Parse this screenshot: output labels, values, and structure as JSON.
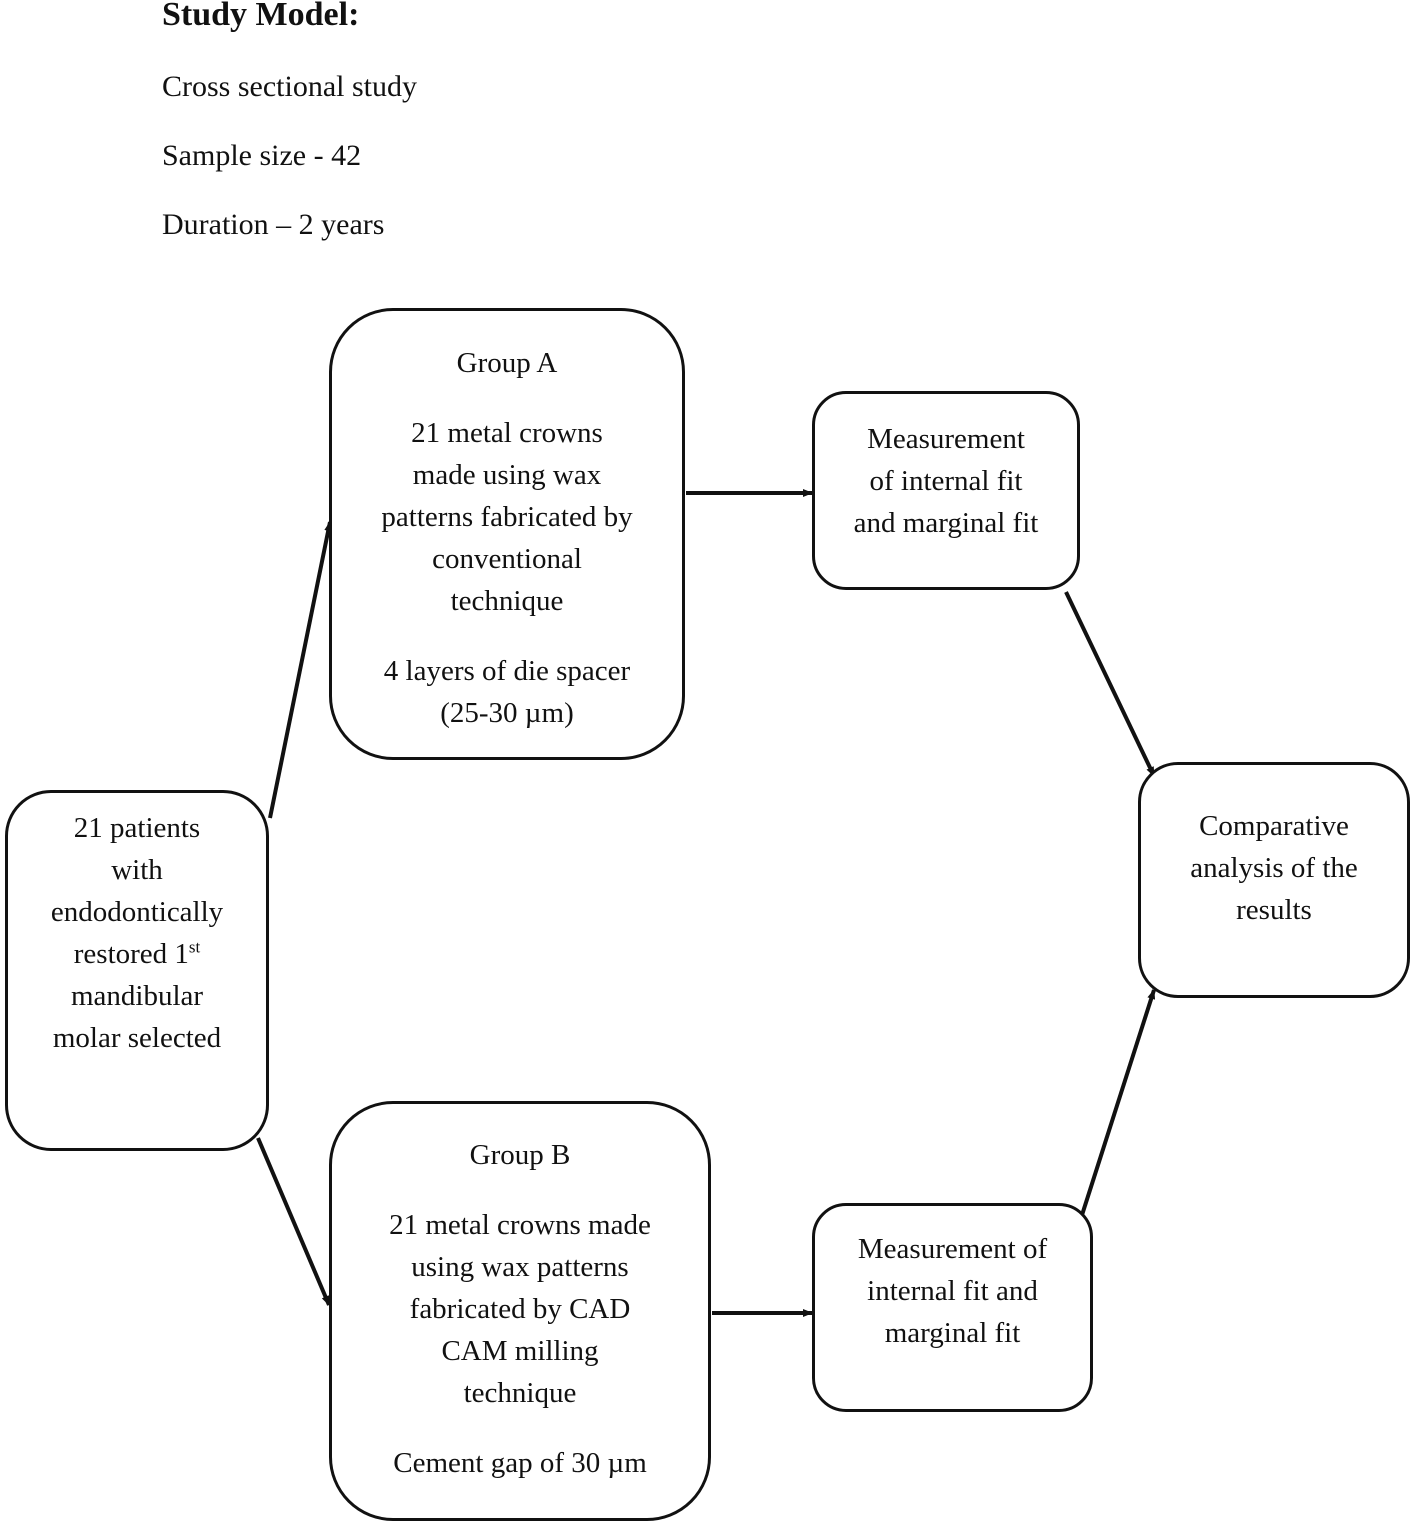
{
  "header": {
    "title": "Study Model:",
    "lines": [
      "Cross sectional study",
      "Sample size - 42",
      "Duration – 2 years"
    ]
  },
  "nodes": {
    "patients": {
      "lines": [
        "21 patients",
        "with",
        "endodontically"
      ],
      "restored_prefix": "restored 1",
      "restored_sup": "st",
      "lines_after": [
        "mandibular",
        "molar selected"
      ]
    },
    "group_a": {
      "title": "Group A",
      "body": "21 metal crowns\nmade using wax\npatterns fabricated by\nconventional\ntechnique",
      "spacer": "4 layers of die spacer\n(25-30 µm)"
    },
    "group_b": {
      "title": "Group B",
      "body": "21 metal crowns made\nusing wax patterns\nfabricated by CAD\nCAM milling\ntechnique",
      "spacer": "Cement gap of 30 µm"
    },
    "measure_a": {
      "text": "Measurement\nof internal fit\nand marginal fit"
    },
    "measure_b": {
      "text": "Measurement of\ninternal fit and\nmarginal fit"
    },
    "comparative": {
      "text": "Comparative\nanalysis of the\nresults"
    }
  }
}
